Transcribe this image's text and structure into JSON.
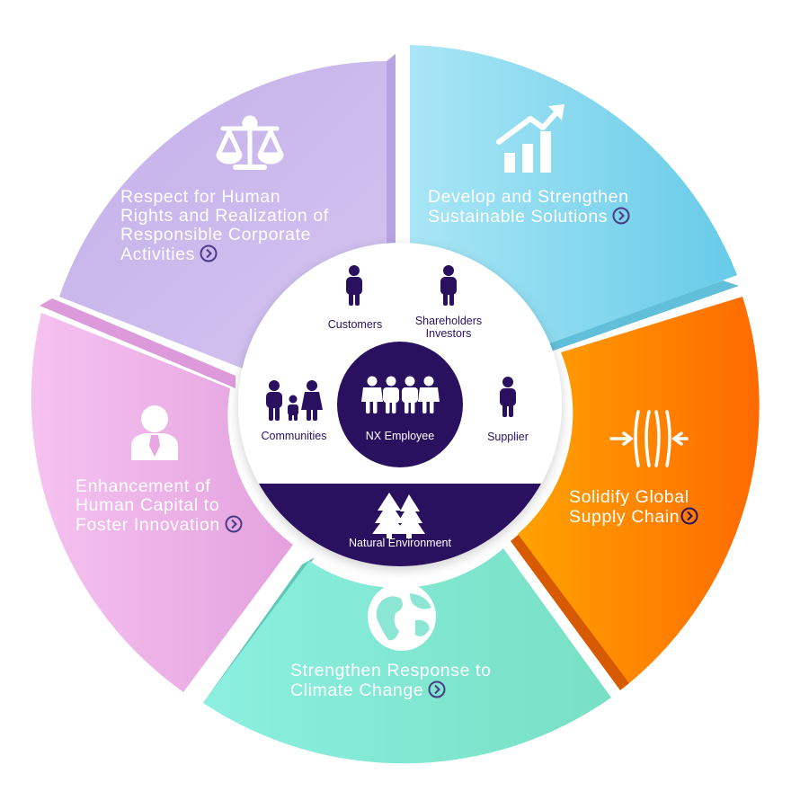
{
  "diagram": {
    "segments": [
      {
        "id": "rights",
        "line1": "Respect for Human",
        "line2": "Rights and Realization of",
        "line3": "Responsible Corporate",
        "line4": "Activities",
        "icon": "scales-icon",
        "color": "#cbb9ec"
      },
      {
        "id": "solutions",
        "line1": "Develop and Strengthen",
        "line2": "Sustainable Solutions",
        "icon": "growth-chart-icon",
        "color": "#86d9ef"
      },
      {
        "id": "supply",
        "line1": "Solidify Global",
        "line2": "Supply Chain",
        "icon": "compress-arrows-icon",
        "color": "#ff8a00"
      },
      {
        "id": "climate",
        "line1": "Strengthen Response to",
        "line2": "Climate Change",
        "icon": "globe-icon",
        "color": "#7ee8d3"
      },
      {
        "id": "capital",
        "line1": "Enhancement of",
        "line2": "Human Capital to",
        "line3": "Foster Innovation",
        "icon": "businessperson-icon",
        "color": "#f0b3e8"
      }
    ],
    "stakeholders": {
      "customers": "Customers",
      "shareholders_line1": "Shareholders",
      "shareholders_line2": "Investors",
      "communities": "Communities",
      "supplier": "Supplier",
      "employee": "NX Employee",
      "environment": "Natural Environment"
    },
    "colors": {
      "core": "#2a1160",
      "arrow_circle": "#3c2a7a"
    }
  }
}
